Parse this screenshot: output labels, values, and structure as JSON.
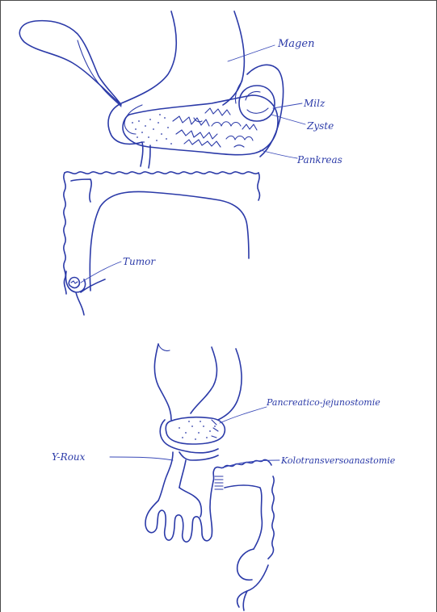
{
  "labels": {
    "magen": "Magen",
    "milz": "Milz",
    "zyste": "Zyste",
    "pankreas": "Pankreas",
    "tumor": "Tumor",
    "pankreatico": "Pancreatico-jejunostomie",
    "y_roux": "Y-Roux",
    "kolo": "Kolotransversoanastomie"
  },
  "colors": {
    "ink": "#2b3aa8",
    "paper": "#ffffff"
  }
}
